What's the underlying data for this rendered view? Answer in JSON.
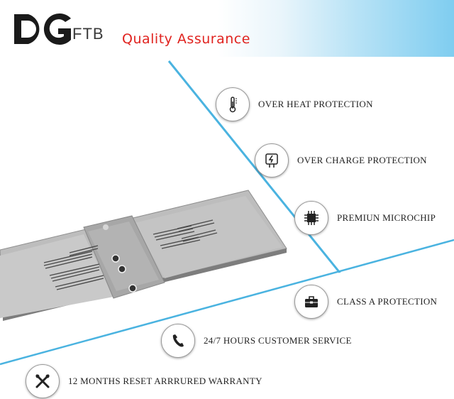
{
  "brand": {
    "logo": "DG",
    "suffix": "FTB",
    "tagline": "Quality Assurance"
  },
  "features": [
    {
      "label": "OVER HEAT PROTECTION",
      "icon": "thermometer-icon"
    },
    {
      "label": "OVER CHARGE PROTECTION",
      "icon": "charger-plug-icon"
    },
    {
      "label": "PREMIUN MICROCHIP",
      "icon": "microchip-icon"
    },
    {
      "label": "CLASS A PROTECTION",
      "icon": "toolbox-icon"
    },
    {
      "label": "24/7 HOURS CUSTOMER SERVICE",
      "icon": "phone-icon"
    },
    {
      "label": "12 MONTHS RESET ARRRURED WARRANTY",
      "icon": "tools-icon"
    }
  ],
  "colors": {
    "tagline": "#e0231f",
    "accent_line": "#4ab3e0",
    "battery": "#c8c8c8"
  }
}
